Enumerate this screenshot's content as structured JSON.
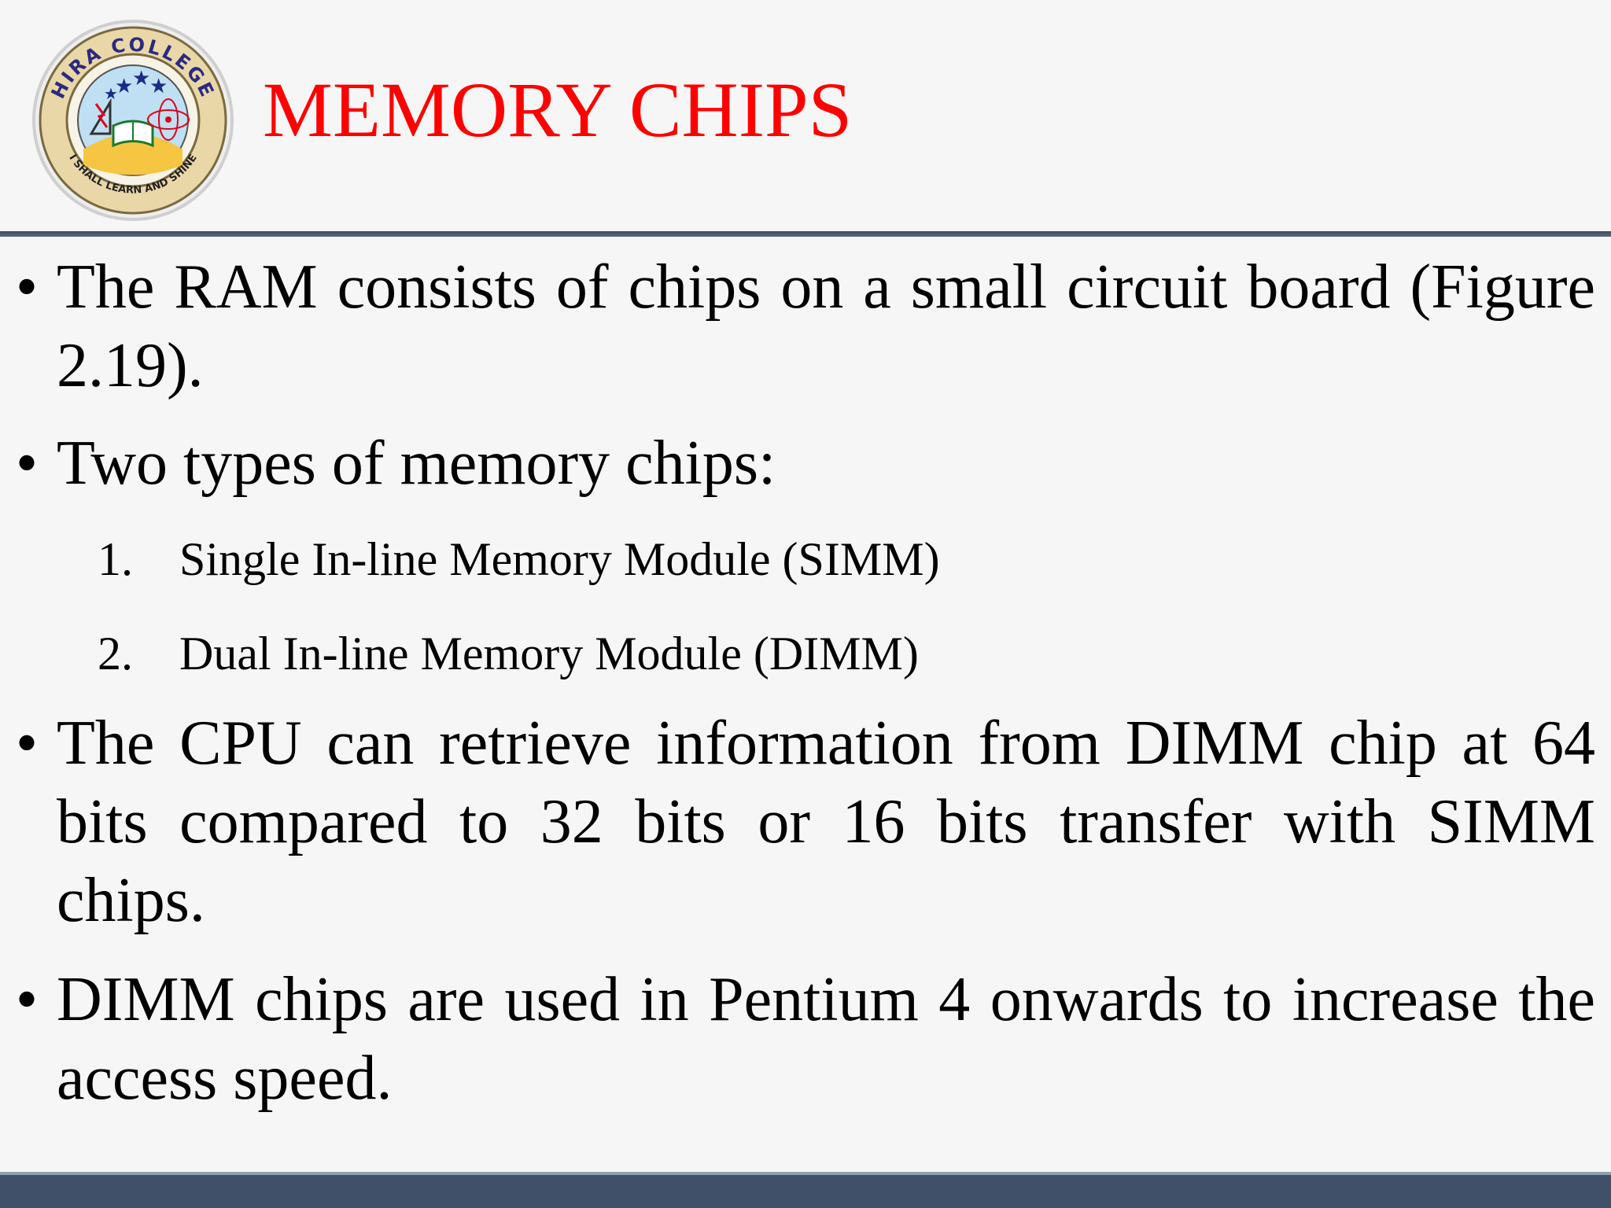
{
  "logo": {
    "arc_top_text": "HIRA COLLEGE",
    "arc_bottom_text": "I SHALL LEARN AND SHINE",
    "colors": {
      "ring": "#e8d3a0",
      "stars": "#1b2a8a",
      "seal_bg": "#b8dcf0",
      "accent": "#e2001a"
    }
  },
  "slide": {
    "title": "MEMORY CHIPS",
    "title_color": "#ff0000",
    "bullets": [
      {
        "dot": "•",
        "text": "The RAM consists of chips on a small circuit board (Figure 2.19)."
      },
      {
        "dot": "•",
        "text": "Two types of memory chips:"
      },
      {
        "dot": "•",
        "text": "The CPU can retrieve information from DIMM chip at 64 bits compared to 32 bits or 16 bits transfer with SIMM chips."
      },
      {
        "dot": "•",
        "text": "DIMM chips are used in Pentium 4 onwards to increase the access speed."
      }
    ],
    "sub_items": [
      {
        "num": "1.",
        "text": "Single In-line Memory Module (SIMM)"
      },
      {
        "num": "2.",
        "text": "Dual In-line Memory Module (DIMM)"
      }
    ]
  },
  "colors": {
    "background": "#f6f6f6",
    "rule": "#4a5a72",
    "footer": "#3f5068"
  }
}
